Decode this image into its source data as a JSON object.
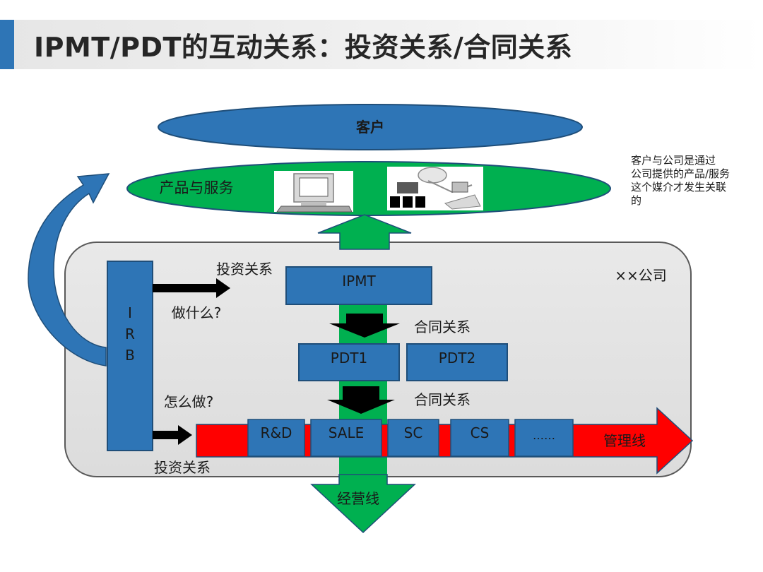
{
  "title": "IPMT/PDT的互动关系：投资关系/合同关系",
  "customer": "客户",
  "products_services": "产品与服务",
  "note_lines": [
    "客户与公司是通过",
    "公司提供的产品/服务",
    "这个媒介才发生关联",
    "的"
  ],
  "company": "××公司",
  "irb_letters": [
    "I",
    "R",
    "B"
  ],
  "investment_relation_top": "投资关系",
  "investment_relation_bottom": "投资关系",
  "what_to_do": "做什么?",
  "how_to_do": "怎么做?",
  "ipmt": "IPMT",
  "contract_relation_1": "合同关系",
  "contract_relation_2": "合同关系",
  "pdts": [
    "PDT1",
    "PDT2"
  ],
  "functions": [
    "R&D",
    "SALE",
    "SC",
    "CS",
    "……"
  ],
  "management_line": "管理线",
  "operation_line": "经营线",
  "colors": {
    "blue": "#2e75b6",
    "green": "#00b050",
    "red": "#ff0000",
    "grey_panel": "#e3e3e3",
    "title_accent": "#2e75b6"
  }
}
